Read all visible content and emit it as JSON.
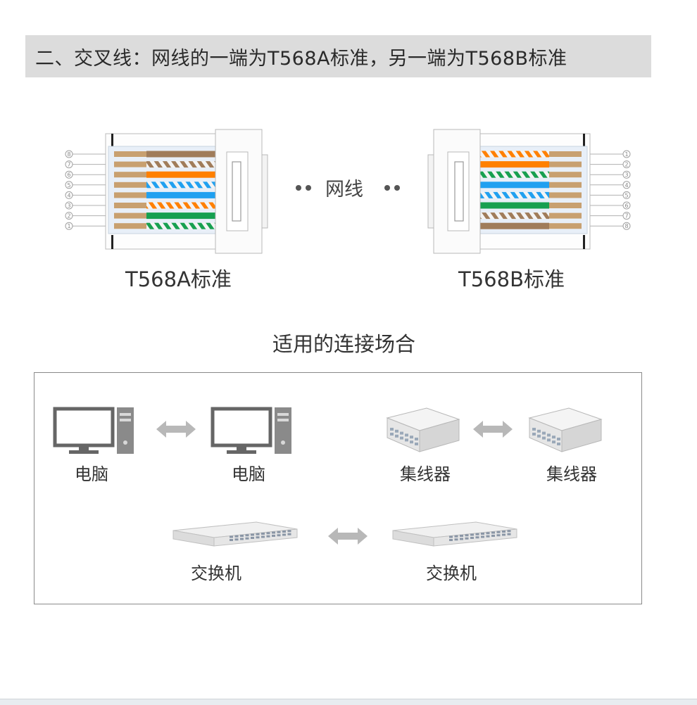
{
  "banner": {
    "title": "二、交叉线：网线的一端为T568A标准，另一端为T568B标准"
  },
  "connectors": {
    "a": {
      "label": "T568A标准",
      "pins": [
        "8",
        "7",
        "6",
        "5",
        "4",
        "3",
        "2",
        "1"
      ]
    },
    "b": {
      "label": "T568B标准",
      "pins": [
        "1",
        "2",
        "3",
        "4",
        "5",
        "6",
        "7",
        "8"
      ]
    },
    "cable_label": "网线"
  },
  "usage": {
    "title": "适用的连接场合",
    "rows": [
      {
        "left": "电脑",
        "right": "电脑"
      },
      {
        "left": "集线器",
        "right": "集线器"
      },
      {
        "left": "交换机",
        "right": "交换机"
      }
    ]
  },
  "colors": {
    "white": "#f4f4f4",
    "brown": "#a07c5a",
    "orange": "#ff8000",
    "blue": "#20a0f0",
    "green": "#17a050",
    "gold": "#c8a070",
    "banner": "#dcdcdc",
    "arrow": "#b8b8b8"
  },
  "icons": {
    "computer": "computer-icon",
    "hub": "hub-icon",
    "switch": "switch-icon",
    "arrow": "double-arrow-icon"
  }
}
